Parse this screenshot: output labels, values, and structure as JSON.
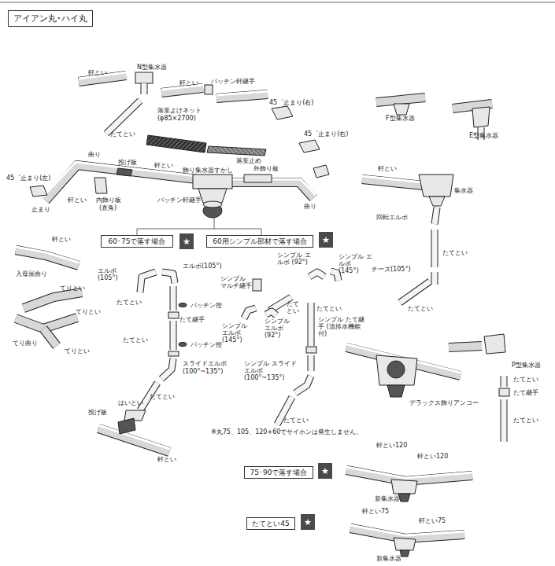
{
  "diagram": {
    "title": "アイアン丸･ハイ丸",
    "nodes": [
      {
        "text": [
          "60･75で落す場合"
        ]
      },
      {
        "text": [
          "★"
        ]
      },
      {
        "text": [
          "60用シンプル部材で落す場合"
        ]
      },
      {
        "text": [
          "★"
        ]
      },
      {
        "text": [
          "75･90で落す場合"
        ]
      },
      {
        "text": [
          "★"
        ]
      },
      {
        "text": [
          "たてとい45"
        ]
      },
      {
        "text": [
          "★"
        ]
      }
    ],
    "labels": [
      "軒とい",
      "N型集水器",
      "軒とい",
      "バッチン軒継手",
      "45゜止まり(右)",
      "たてとい",
      "落葉よけネット",
      "(φ85×2700)",
      "落葉止め",
      "45゜止まり(右)",
      "曲り",
      "投げ板",
      "軒とい",
      "飾り集水器すかし",
      "外飾り板",
      "45゜止まり(左)",
      "内飾り板",
      "(直角)",
      "止まり",
      "軒とい",
      "バッチン軒継手",
      "曲り",
      "F型集水器",
      "E型集水器",
      "軒とい",
      "集水器",
      "回転エルボ",
      "たてとい",
      "チーズ(105°)",
      "たてとい",
      "軒とい",
      "入母屋曲り",
      "てりとい",
      "てりとい",
      "てり曲り",
      "てりとい",
      "エルボ (105°)",
      "エルボ(105°)",
      "たてとい",
      "パッチン控",
      "たて継手",
      "たてとい",
      "パッチン控",
      "スライドエルボ",
      "(100°~135°)",
      "たてとい",
      "はいとい",
      "投げ板",
      "軒とい",
      "シンプル エルボ (92°)",
      "シンプル エルボ (145°)",
      "シンプル マルチ継手",
      "たてとい",
      "たてとい",
      "シンプル エルボ (145°)",
      "シンプル エルボ (92°)",
      "シンプル たて継手 (流排水機能付)",
      "シンプル スライドエルボ (100°~135°)",
      "たてとい",
      "※丸75、105、120+60でサイホンは発生しません。",
      "P型集水器",
      "デラックス飾りアンコー",
      "たてとい",
      "たて継手",
      "たてとい",
      "軒とい120",
      "軒とい120",
      "新集水器",
      "軒とい75",
      "軒とい75",
      "新集水器"
    ]
  }
}
